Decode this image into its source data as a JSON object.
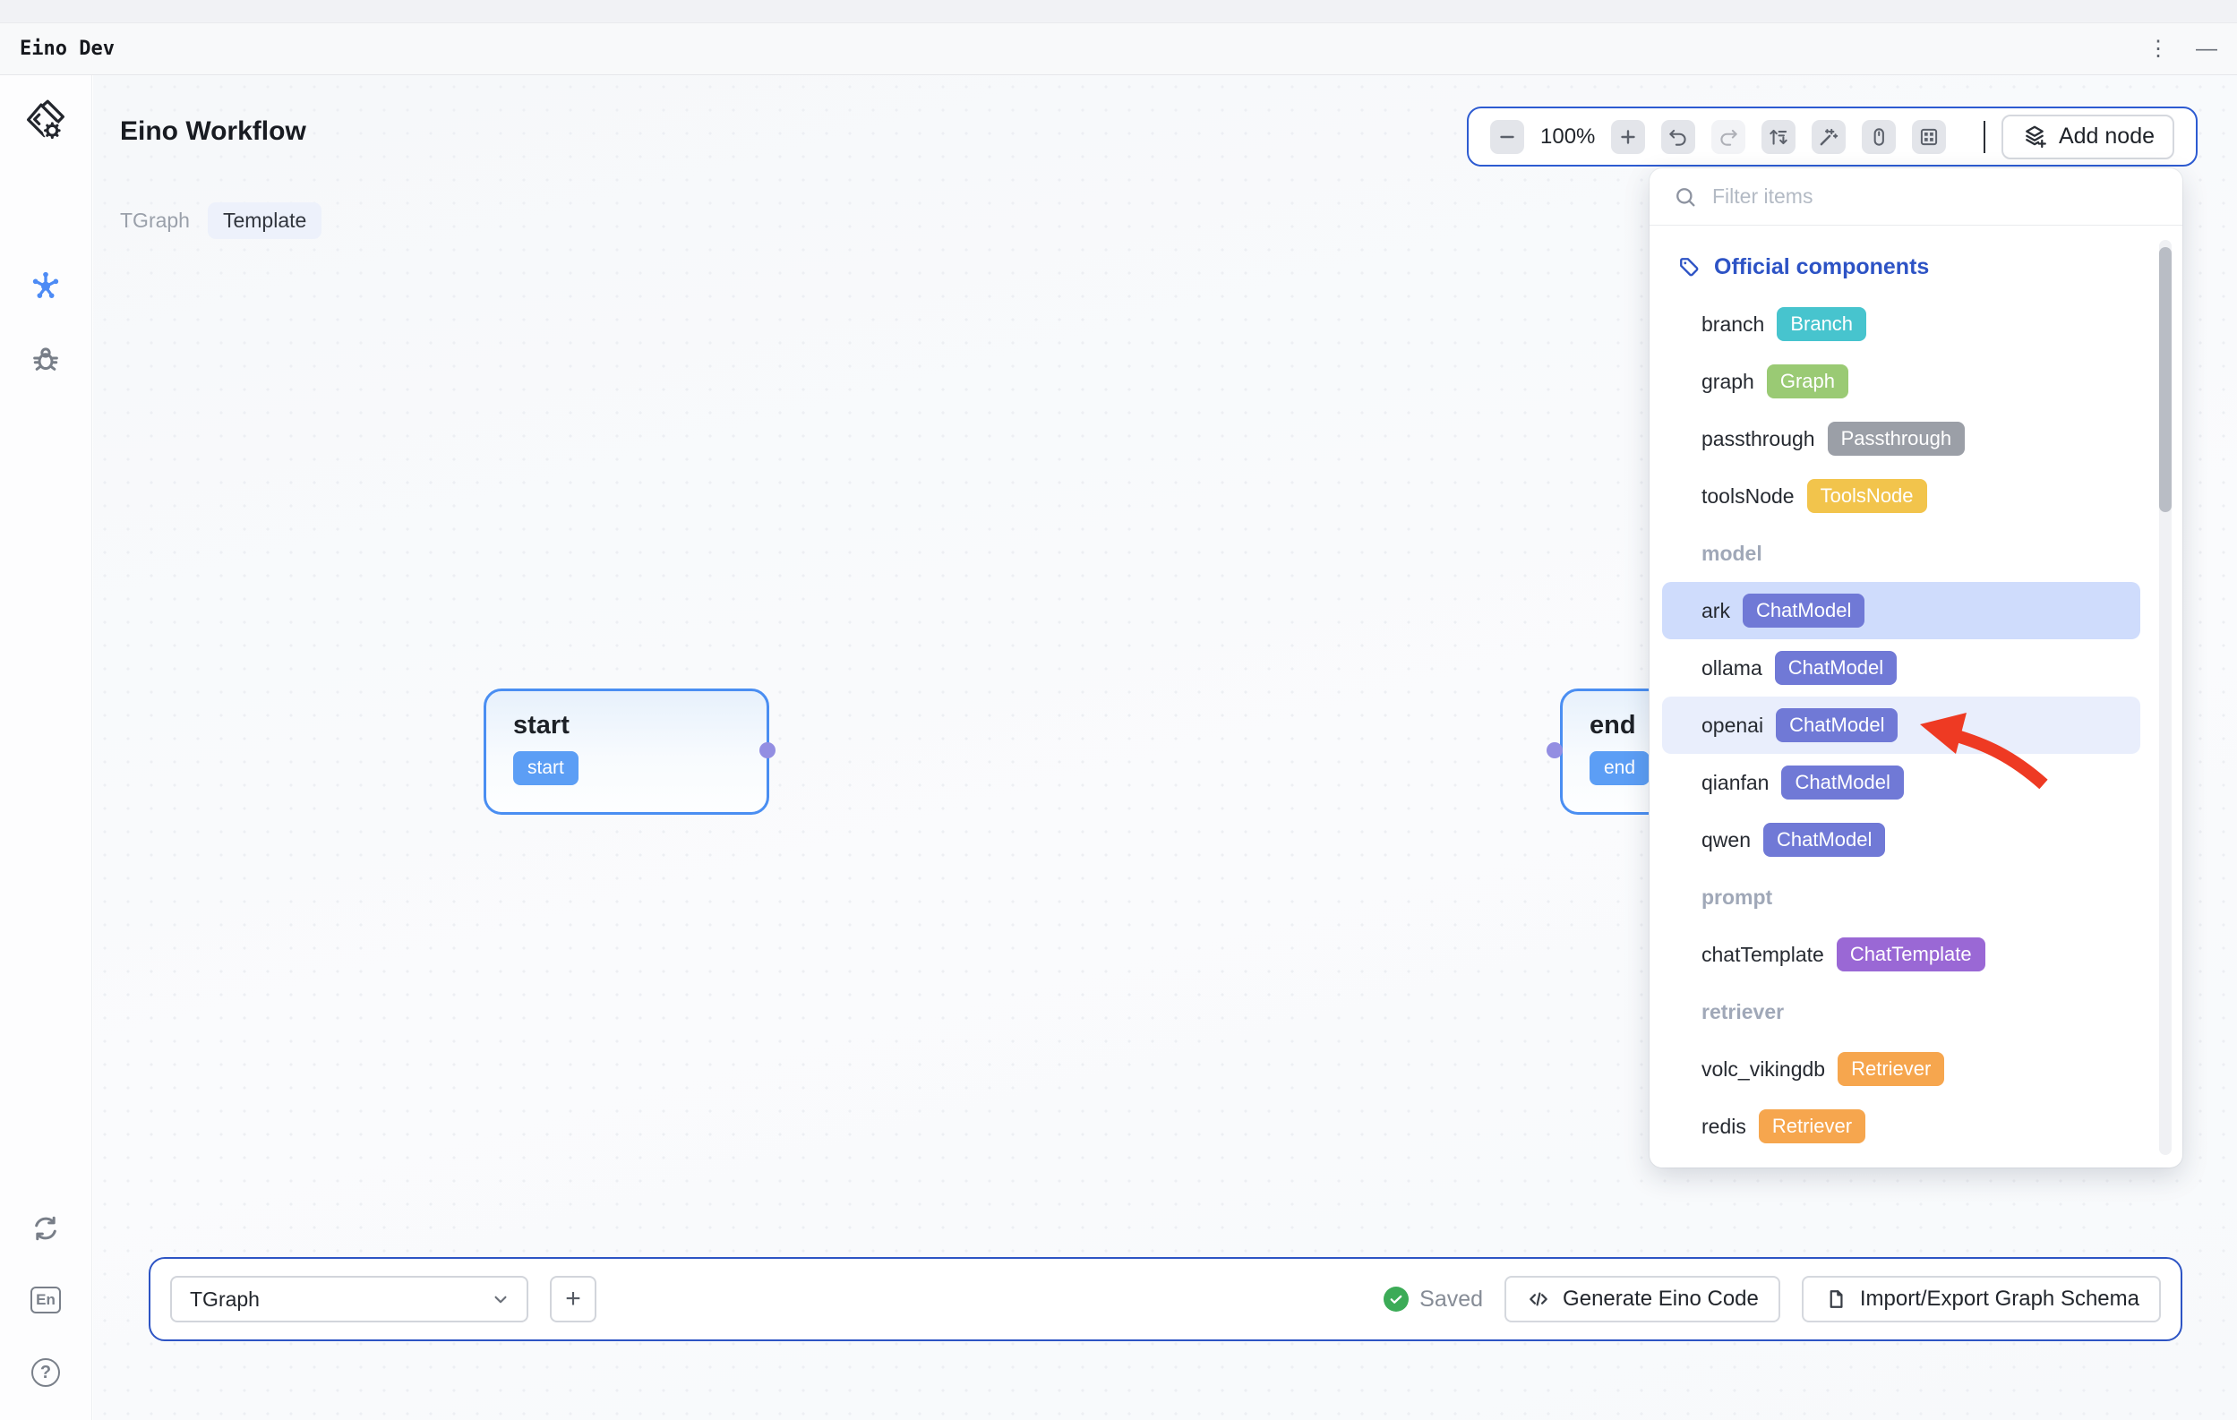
{
  "window": {
    "title": "Eino Dev",
    "kebab": "⋮",
    "minimize": "—"
  },
  "sidebar": {
    "lang_label": "En",
    "help_label": "?"
  },
  "header": {
    "title": "Eino Workflow",
    "graph_name": "TGraph",
    "mode_badge": "Template"
  },
  "toolbar": {
    "zoom_level": "100%",
    "add_node_label": "Add node"
  },
  "panel": {
    "filter_placeholder": "Filter items",
    "section_header": "Official components",
    "items": [
      {
        "kind": "item",
        "label": "branch",
        "badge": "Branch",
        "badge_color": "#47c4ce"
      },
      {
        "kind": "item",
        "label": "graph",
        "badge": "Graph",
        "badge_color": "#9aca74"
      },
      {
        "kind": "item",
        "label": "passthrough",
        "badge": "Passthrough",
        "badge_color": "#9b9fa7"
      },
      {
        "kind": "item",
        "label": "toolsNode",
        "badge": "ToolsNode",
        "badge_color": "#f2c44c"
      },
      {
        "kind": "section",
        "label": "model"
      },
      {
        "kind": "item",
        "label": "ark",
        "badge": "ChatModel",
        "badge_color": "#7079d6",
        "row_bg": "#cfdcfc"
      },
      {
        "kind": "item",
        "label": "ollama",
        "badge": "ChatModel",
        "badge_color": "#7079d6"
      },
      {
        "kind": "item",
        "label": "openai",
        "badge": "ChatModel",
        "badge_color": "#7079d6",
        "row_bg": "#e9eefc"
      },
      {
        "kind": "item",
        "label": "qianfan",
        "badge": "ChatModel",
        "badge_color": "#7079d6"
      },
      {
        "kind": "item",
        "label": "qwen",
        "badge": "ChatModel",
        "badge_color": "#7079d6"
      },
      {
        "kind": "section",
        "label": "prompt"
      },
      {
        "kind": "item",
        "label": "chatTemplate",
        "badge": "ChatTemplate",
        "badge_color": "#9a68d5"
      },
      {
        "kind": "section",
        "label": "retriever"
      },
      {
        "kind": "item",
        "label": "volc_vikingdb",
        "badge": "Retriever",
        "badge_color": "#f6a64e"
      },
      {
        "kind": "item",
        "label": "redis",
        "badge": "Retriever",
        "badge_color": "#f6a64e"
      }
    ]
  },
  "canvas": {
    "start_node": {
      "title": "start",
      "badge": "start"
    },
    "end_node": {
      "title": "end",
      "badge": "end"
    }
  },
  "footer": {
    "graph_selector_value": "TGraph",
    "add_graph_label": "+",
    "status": "Saved",
    "generate_label": "Generate Eino Code",
    "import_export_label": "Import/Export Graph Schema"
  },
  "colors": {
    "toolbar_border": "#2d5bd1",
    "node_border": "#4a8ef2",
    "node_badge_bg": "#5c9ef5",
    "port_dot": "#938ee2",
    "panel_header_blue": "#2d53c5",
    "arrow_red": "#ee3a23",
    "saved_green": "#3cab57"
  }
}
